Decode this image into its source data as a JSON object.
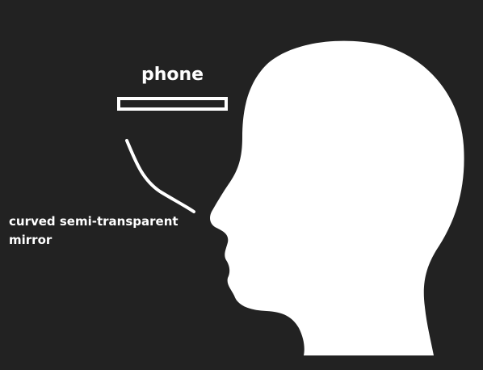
{
  "labels": {
    "phone": "phone",
    "mirror_line1": "curved semi-transparent",
    "mirror_line2": "mirror"
  },
  "colors": {
    "background": "#222222",
    "foreground": "#ffffff"
  },
  "icons": {
    "head": "head-silhouette-icon"
  }
}
